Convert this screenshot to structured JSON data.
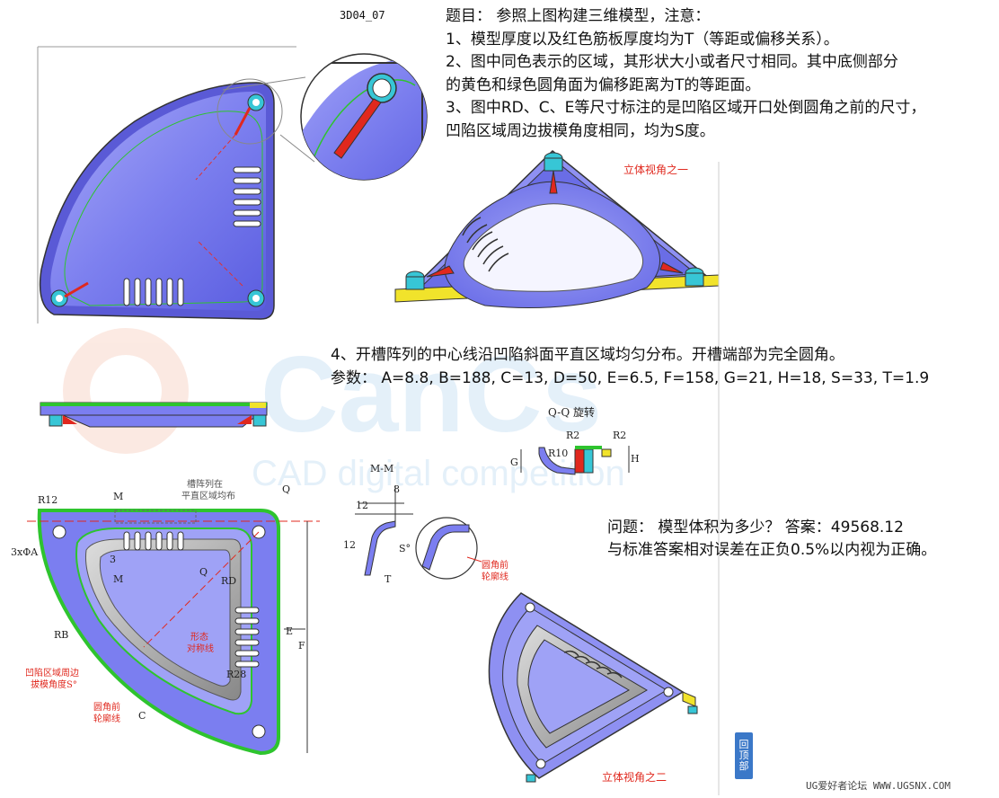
{
  "header": {
    "code": "3D04_07",
    "task_lines": [
      "题目： 参照上图构建三维模型，注意：",
      "1、模型厚度以及红色筋板厚度均为T（等距或偏移关系）。",
      "2、图中同色表示的区域，其形状大小或者尺寸相同。其中底侧部分",
      "的黄色和绿色圆角面为偏移距离为T的等距面。",
      "3、图中RD、C、E等尺寸标注的是凹陷区域开口处倒圆角之前的尺寸，",
      "凹陷区域周边拔模角度相同，均为S度。"
    ]
  },
  "middle": {
    "para4": "4、开槽阵列的中心线沿凹陷斜面平直区域均匀分布。开槽端部为完全圆角。",
    "params": "参数： A=8.8, B=188, C=13, D=50, E=6.5, F=158, G=21, H=18, S=33, T=1.9"
  },
  "views": {
    "view1_label": "立体视角之一",
    "view2_label": "立体视角之二",
    "section_qq": "Q-Q 旋转",
    "section_mm": "M-M",
    "slot_note_1": "槽阵列在",
    "slot_note_2": "平直区域均布",
    "symmetry_1": "形态",
    "symmetry_2": "对称线",
    "draft_1": "凹陷区域周边",
    "draft_2": "拔模角度S°",
    "fillet_1": "圆角前",
    "fillet_2": "轮廓线",
    "fillet_mm_1": "圆角前",
    "fillet_mm_2": "轮廓线",
    "dims": {
      "r12": "R12",
      "a3": "3xΦA",
      "rb": "RB",
      "rd": "RD",
      "r28": "R28",
      "e": "E",
      "f": "F",
      "c": "C",
      "m": "M",
      "q": "Q",
      "three": "3",
      "g": "G",
      "h": "H",
      "r2": "R2",
      "r10": "R10",
      "r2b": "R2",
      "mm12a": "12",
      "mm12b": "12",
      "mm8": "8",
      "s": "S°",
      "t": "T"
    }
  },
  "qa": {
    "question": "问题： 模型体积为多少？ 答案：49568.12",
    "tolerance": "与标准答案相对误差在正负0.5%以内视为正确。"
  },
  "watermark": {
    "brand": "CanCs",
    "sub": "CAD digital competition"
  },
  "back_to_top": [
    "回",
    "顶",
    "部"
  ],
  "footer": "UG爱好者论坛 WWW.UGSNX.COM",
  "colors": {
    "body": "#7b7ef0",
    "rim_green": "#2ec42e",
    "rib_red": "#e0281e",
    "boss_cyan": "#37c6d6",
    "yellow": "#f1e32b",
    "blue_button": "#3b78c8"
  }
}
